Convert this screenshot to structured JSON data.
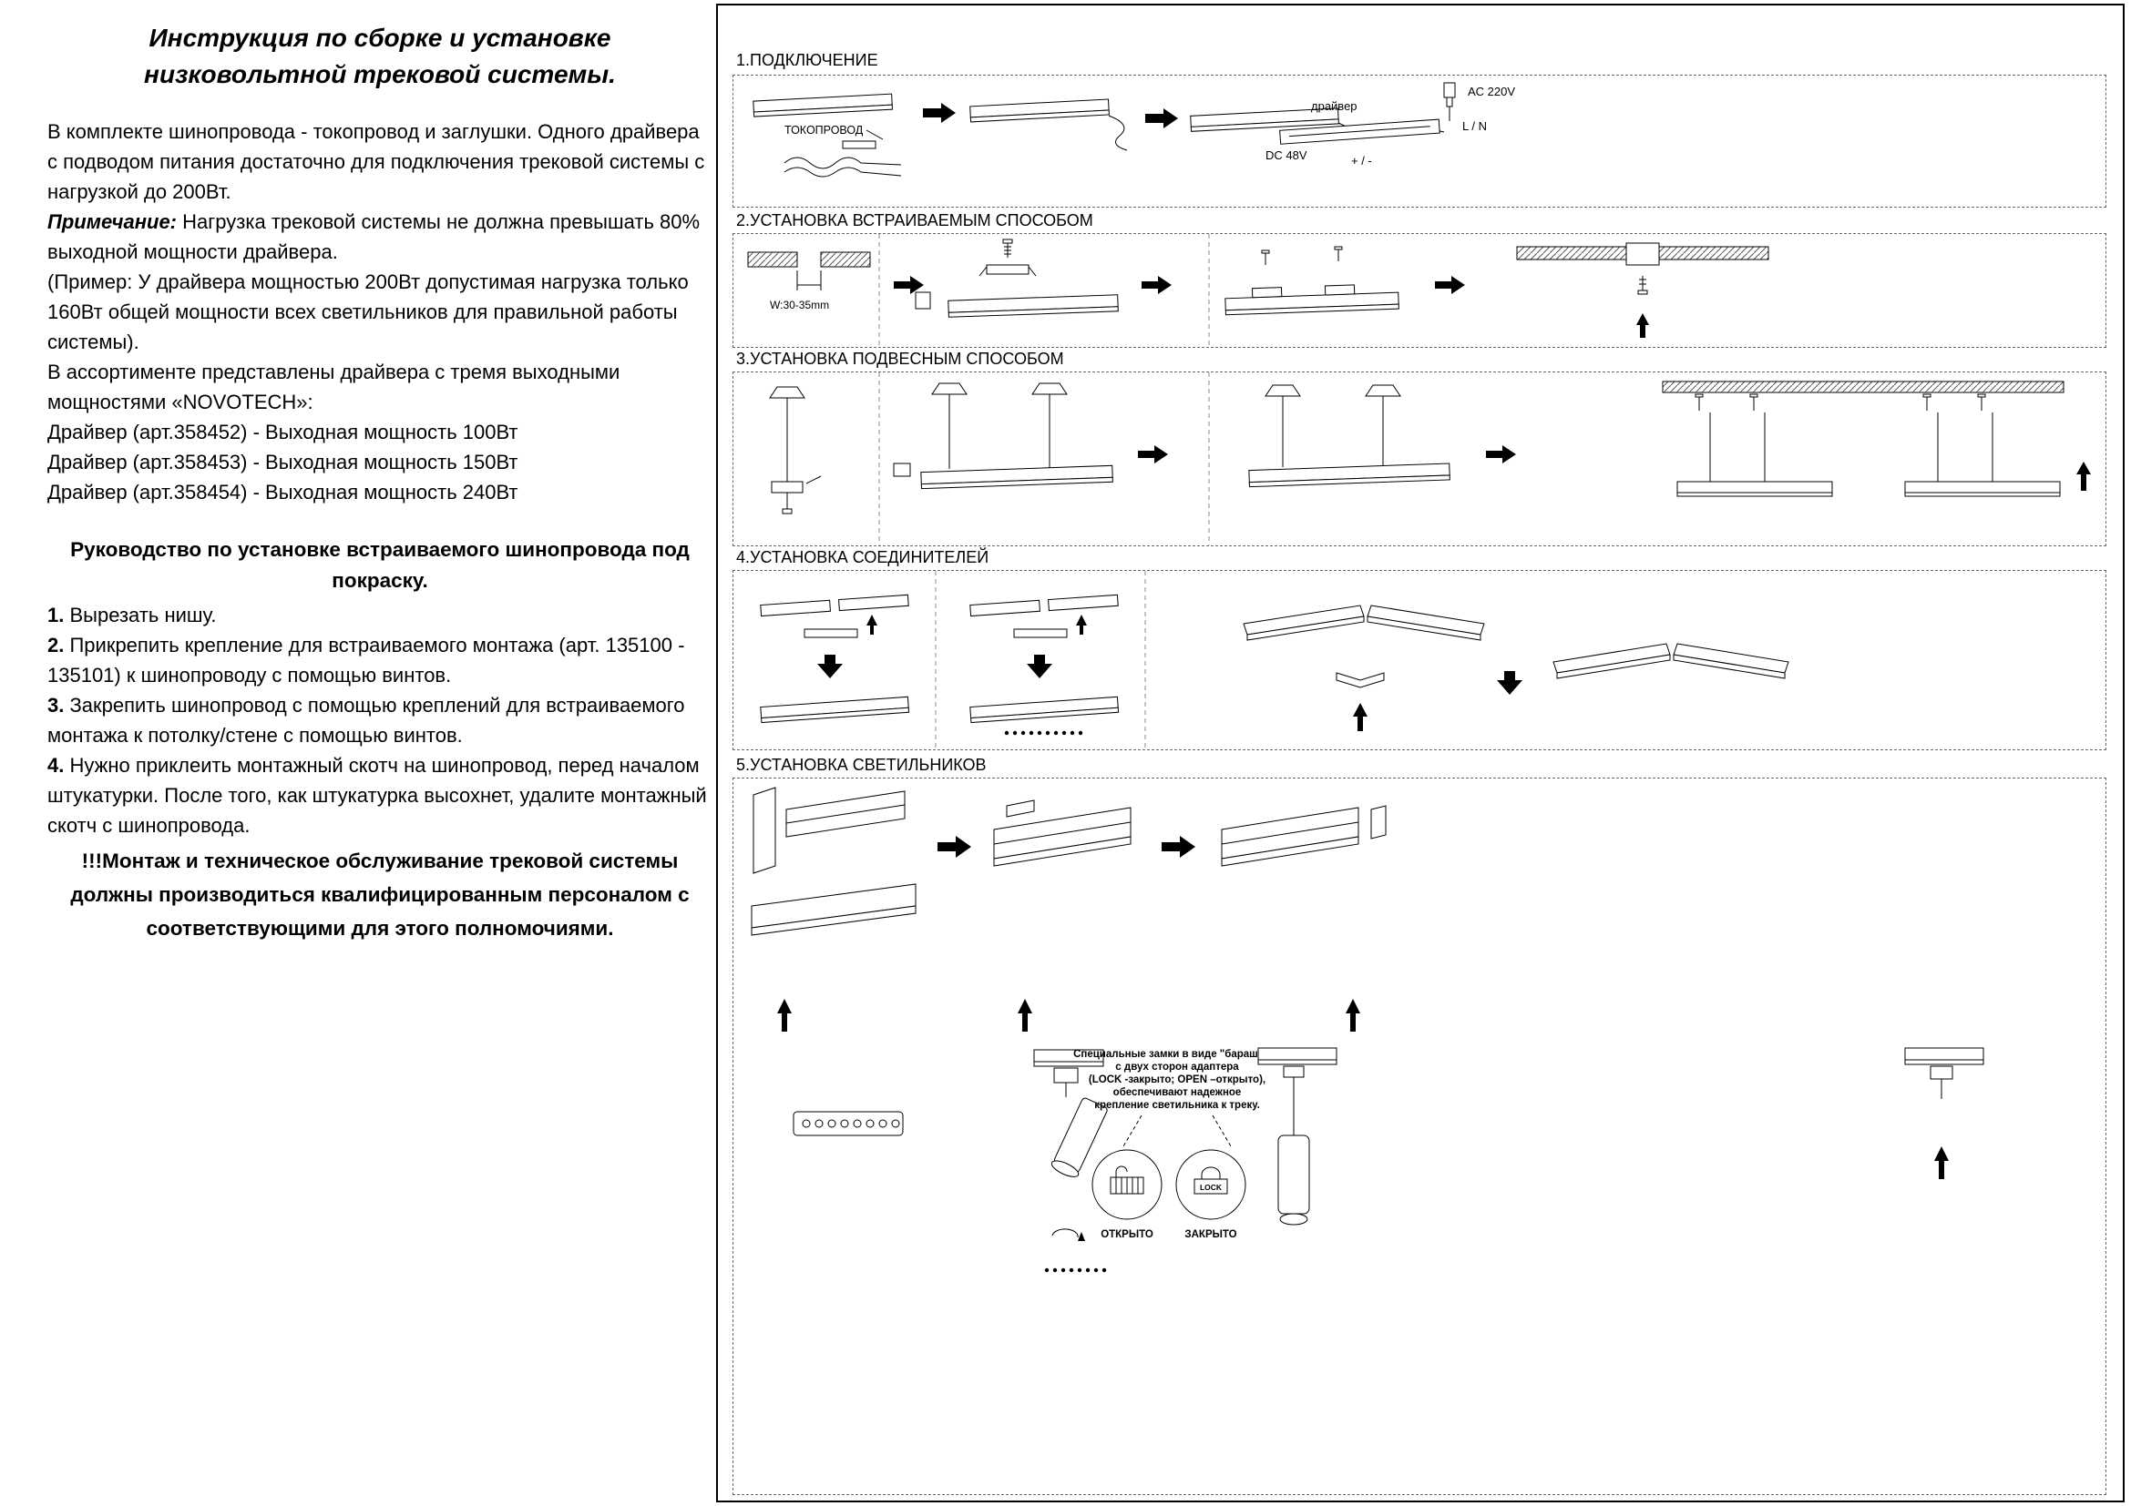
{
  "doc": {
    "title": "Инструкция по сборке и установке низковольтной трековой системы.",
    "intro": "В комплекте шинопровода - токопровод и заглушки. Одного драйвера с подводом питания достаточно для подключения трековой системы с нагрузкой до 200Вт.",
    "note_label": "Примечание:",
    "note_text": "Нагрузка трековой системы не должна превышать 80% выходной мощности драйвера.",
    "example": "(Пример: У драйвера мощностью 200Вт допустимая нагрузка только 160Вт общей мощности всех светильников для правильной работы системы).",
    "assortment": "В ассортименте представлены драйвера с тремя выходными мощностями «NOVOTECH»:",
    "drivers": [
      "Драйвер (арт.358452) - Выходная мощность 100Вт",
      "Драйвер (арт.358453) - Выходная мощность 150Вт",
      "Драйвер (арт.358454) - Выходная мощность 240Вт"
    ],
    "guide_heading": "Руководство по установке встраиваемого шинопровода под покраску.",
    "steps": [
      {
        "num": "1.",
        "text": "Вырезать нишу."
      },
      {
        "num": "2.",
        "text": "Прикрепить крепление для встраиваемого монтажа (арт. 135100 - 135101) к шинопроводу с помощью винтов."
      },
      {
        "num": "3.",
        "text": "Закрепить шинопровод с помощью креплений для встраиваемого монтажа к потолку/стене с помощью винтов."
      },
      {
        "num": "4.",
        "text": "Нужно приклеить монтажный скотч на шинопровод, перед началом штукатурки. После того, как штукатурка высохнет, удалите монтажный скотч с шинопровода."
      }
    ],
    "warning": "!!!Монтаж и техническое обслуживание трековой системы должны производиться квалифицированным персоналом с соответствующими для этого полномочиями."
  },
  "panel": {
    "sections": [
      {
        "label": "1.ПОДКЛЮЧЕНИЕ"
      },
      {
        "label": "2.УСТАНОВКА ВСТРАИВАЕМЫМ СПОСОБОМ"
      },
      {
        "label": "3.УСТАНОВКА ПОДВЕСНЫМ СПОСОБОМ"
      },
      {
        "label": "4.УСТАНОВКА СОЕДИНИТЕЛЕЙ"
      },
      {
        "label": "5.УСТАНОВКА СВЕТИЛЬНИКОВ"
      }
    ],
    "s1": {
      "tokoprovod": "ТОКОПРОВОД",
      "driver": "драйвер",
      "ac": "AC 220V",
      "ln": "L / N",
      "dc": "DC 48V",
      "pm": "+ / -"
    },
    "s2": {
      "dim": "W:30-35mm"
    },
    "s5": {
      "note1": "Специальные замки в виде \"барашков\"",
      "note2": "с двух сторон адаптера",
      "note3": "(LOCK -закрыто; OPEN –открыто),",
      "note4": "обеспечивают надежное",
      "note5": "крепление светильника к треку.",
      "open_label": "ОТКРЫТО",
      "closed_label": "ЗАКРЫТО",
      "lock_text": "LOCK"
    }
  }
}
